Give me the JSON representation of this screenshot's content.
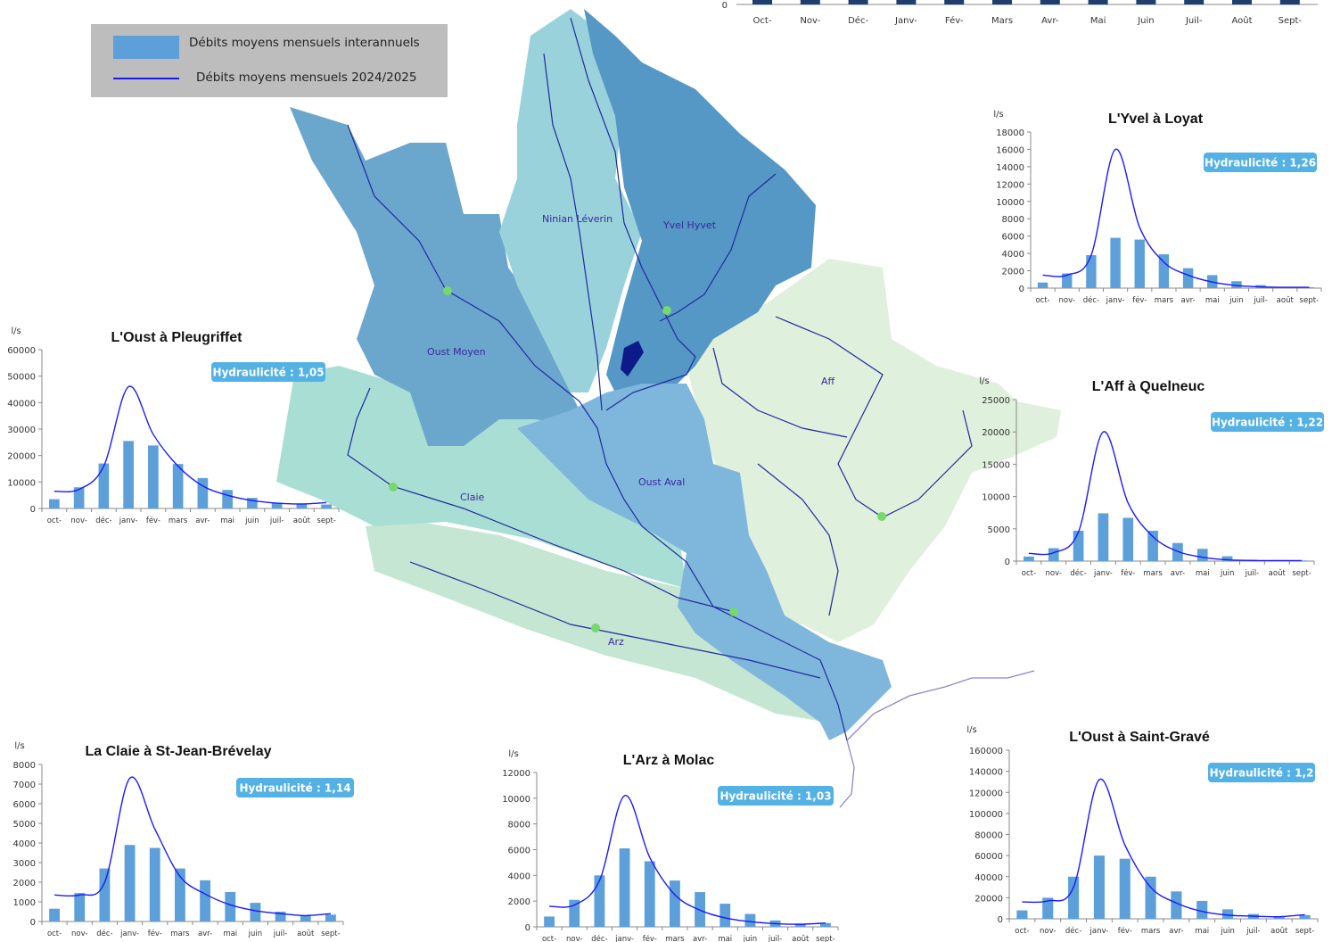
{
  "legend": {
    "interannual": "Débits moyens mensuels interannuels",
    "current": "Débits moyens mensuels 2024/2025"
  },
  "colors": {
    "bar": "#5d9fd8",
    "line": "#1a1aff",
    "badge": "#54b1e3",
    "basin_dark": "#5597c5",
    "basin_mid": "#6ba6cd",
    "basin_light": "#99d2da",
    "basin_teal": "#a9ded5",
    "basin_green": "#c4e6d2",
    "basin_pale": "#dff0dc",
    "river": "#1f2aa0",
    "station": "#77d86b"
  },
  "map": {
    "basins": [
      "Ninian Léverin",
      "Yvel Hyvet",
      "Oust Moyen",
      "Aff",
      "Claie",
      "Oust Aval",
      "Arz"
    ]
  },
  "top_chart_ticks": {
    "zero": "0",
    "months": [
      "Oct-",
      "Nov-",
      "Déc-",
      "Janv-",
      "Fév-",
      "Mars",
      "Avr-",
      "Mai",
      "Juin",
      "Juil-",
      "Août",
      "Sept-"
    ]
  },
  "chart_data": [
    {
      "type": "bar",
      "title": "L'Oust à Pleugriffet",
      "ylabel": "l/s",
      "hydraulicite": "Hydraulicité : 1,05",
      "categories": [
        "oct-",
        "nov-",
        "déc-",
        "janv-",
        "fév-",
        "mars",
        "avr-",
        "mai",
        "juin",
        "juil-",
        "août",
        "sept-"
      ],
      "ylim": [
        0,
        60000
      ],
      "yticks": [
        0,
        10000,
        20000,
        30000,
        40000,
        50000,
        60000
      ],
      "series": [
        {
          "name": "Débits moyens mensuels interannuels",
          "kind": "bar",
          "values": [
            3500,
            8000,
            17000,
            25500,
            23800,
            16800,
            11500,
            7000,
            4000,
            2200,
            1700,
            1500
          ]
        },
        {
          "name": "Débits moyens mensuels 2024/2025",
          "kind": "line",
          "values": [
            6500,
            7200,
            16000,
            46000,
            28000,
            16000,
            8500,
            5000,
            3000,
            2000,
            1700,
            2200
          ]
        }
      ]
    },
    {
      "type": "bar",
      "title": "L'Yvel à Loyat",
      "ylabel": "l/s",
      "hydraulicite": "Hydraulicité : 1,26",
      "categories": [
        "oct-",
        "nov-",
        "déc-",
        "janv-",
        "fév-",
        "mars",
        "avr-",
        "mai",
        "juin",
        "juil-",
        "août",
        "sept-"
      ],
      "ylim": [
        0,
        18000
      ],
      "yticks": [
        0,
        2000,
        4000,
        6000,
        8000,
        10000,
        12000,
        14000,
        16000,
        18000
      ],
      "series": [
        {
          "name": "Débits moyens mensuels interannuels",
          "kind": "bar",
          "values": [
            650,
            1700,
            3800,
            5800,
            5600,
            3900,
            2300,
            1500,
            800,
            350,
            150,
            100
          ]
        },
        {
          "name": "Débits moyens mensuels 2024/2025",
          "kind": "line",
          "values": [
            1500,
            1500,
            3800,
            16000,
            7000,
            3000,
            1500,
            700,
            300,
            150,
            100,
            100
          ]
        }
      ]
    },
    {
      "type": "bar",
      "title": "L'Aff à Quelneuc",
      "ylabel": "l/s",
      "hydraulicite": "Hydraulicité : 1,22",
      "categories": [
        "oct-",
        "nov-",
        "déc-",
        "janv-",
        "fév-",
        "mars",
        "avr-",
        "mai",
        "juin",
        "juil-",
        "août",
        "sept-"
      ],
      "ylim": [
        0,
        25000
      ],
      "yticks": [
        0,
        5000,
        10000,
        15000,
        20000,
        25000
      ],
      "series": [
        {
          "name": "Débits moyens mensuels interannuels",
          "kind": "bar",
          "values": [
            700,
            2000,
            4700,
            7400,
            6700,
            4700,
            2800,
            1900,
            750,
            200,
            150,
            100
          ]
        },
        {
          "name": "Débits moyens mensuels 2024/2025",
          "kind": "line",
          "values": [
            1200,
            1300,
            4500,
            20000,
            9000,
            3800,
            1500,
            600,
            200,
            100,
            80,
            80
          ]
        }
      ]
    },
    {
      "type": "bar",
      "title": "La Claie à St-Jean-Brévelay",
      "ylabel": "l/s",
      "hydraulicite": "Hydraulicité : 1,14",
      "categories": [
        "oct-",
        "nov-",
        "déc-",
        "janv-",
        "fév-",
        "mars",
        "avr-",
        "mai",
        "juin",
        "juil-",
        "août",
        "sept-"
      ],
      "ylim": [
        0,
        8000
      ],
      "yticks": [
        0,
        1000,
        2000,
        3000,
        4000,
        5000,
        6000,
        7000,
        8000
      ],
      "series": [
        {
          "name": "Débits moyens mensuels interannuels",
          "kind": "bar",
          "values": [
            650,
            1450,
            2700,
            3900,
            3750,
            2700,
            2100,
            1500,
            950,
            500,
            300,
            350
          ]
        },
        {
          "name": "Débits moyens mensuels 2024/2025",
          "kind": "line",
          "values": [
            1350,
            1350,
            2000,
            7300,
            4700,
            2300,
            1400,
            850,
            550,
            400,
            300,
            400
          ]
        }
      ]
    },
    {
      "type": "bar",
      "title": "L'Arz à Molac",
      "ylabel": "l/s",
      "hydraulicite": "Hydraulicité : 1,03",
      "categories": [
        "oct-",
        "nov-",
        "déc-",
        "janv-",
        "fév-",
        "mars",
        "avr-",
        "mai",
        "juin",
        "juil-",
        "août",
        "sept-"
      ],
      "ylim": [
        0,
        12000
      ],
      "yticks": [
        0,
        2000,
        4000,
        6000,
        8000,
        10000,
        12000
      ],
      "series": [
        {
          "name": "Débits moyens mensuels interannuels",
          "kind": "bar",
          "values": [
            800,
            2100,
            4000,
            6100,
            5100,
            3600,
            2700,
            1800,
            1000,
            500,
            250,
            300
          ]
        },
        {
          "name": "Débits moyens mensuels 2024/2025",
          "kind": "line",
          "values": [
            1600,
            1700,
            3600,
            10200,
            5400,
            2500,
            1300,
            700,
            400,
            250,
            200,
            300
          ]
        }
      ]
    },
    {
      "type": "bar",
      "title": "L'Oust à Saint-Gravé",
      "ylabel": "l/s",
      "hydraulicite": "Hydraulicité : 1,2",
      "categories": [
        "oct-",
        "nov-",
        "déc-",
        "janv-",
        "fév-",
        "mars",
        "avr-",
        "mai",
        "juin",
        "juil-",
        "août",
        "sept-"
      ],
      "ylim": [
        0,
        160000
      ],
      "yticks": [
        0,
        20000,
        40000,
        60000,
        80000,
        100000,
        120000,
        140000,
        160000
      ],
      "series": [
        {
          "name": "Débits moyens mensuels interannuels",
          "kind": "bar",
          "values": [
            8000,
            20000,
            40000,
            60000,
            57000,
            40000,
            26000,
            17000,
            9000,
            4500,
            2500,
            3500
          ]
        },
        {
          "name": "Débits moyens mensuels 2024/2025",
          "kind": "line",
          "values": [
            16000,
            17000,
            30000,
            132000,
            70000,
            30000,
            15000,
            7000,
            3500,
            2500,
            2000,
            4000
          ]
        }
      ]
    }
  ]
}
